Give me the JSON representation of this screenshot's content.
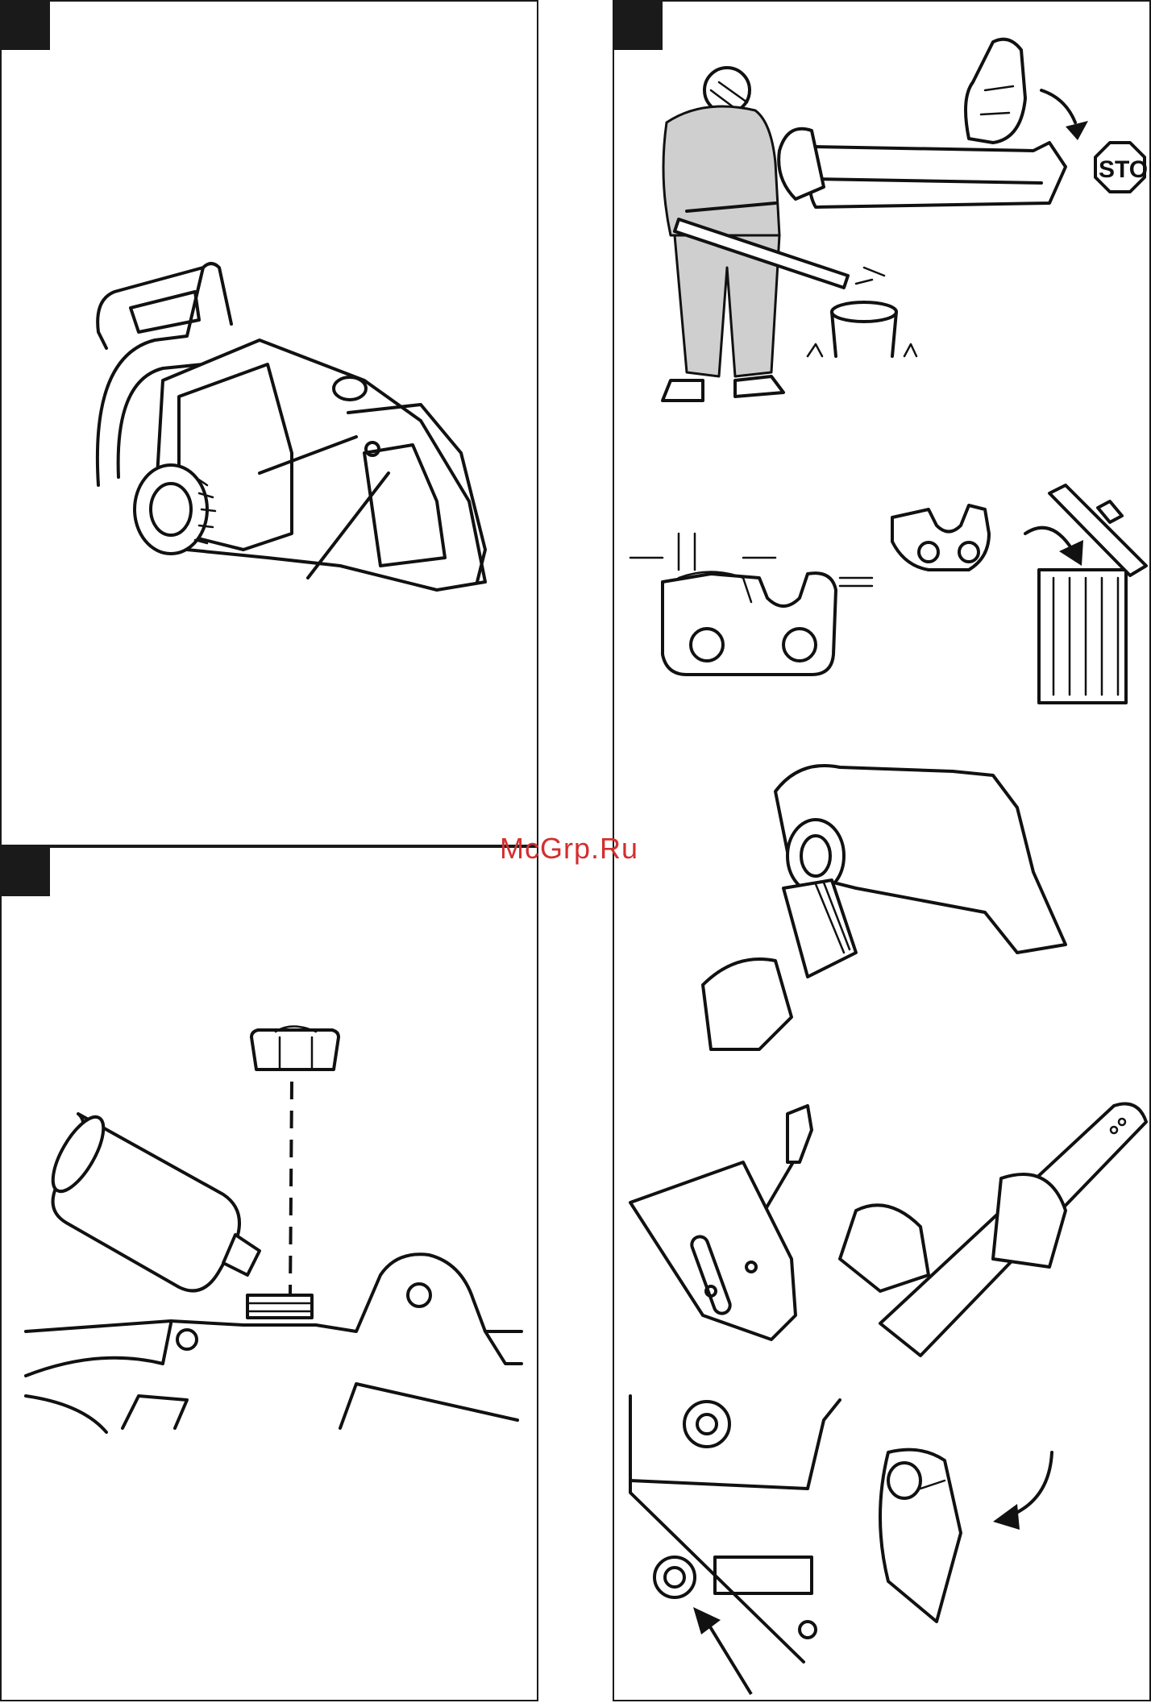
{
  "watermark": {
    "text": "McGrp.Ru",
    "color": "#d32f2f"
  },
  "sign": {
    "stop_text": "STOP"
  },
  "panels": [
    {
      "id": "panel-top-left"
    },
    {
      "id": "panel-bottom-left"
    },
    {
      "id": "panel-right"
    }
  ],
  "icons": [
    "chainsaw-side-icon",
    "oil-cap-icon",
    "oil-bottle-icon",
    "operator-icon",
    "gloved-hand-icon",
    "stop-sign-icon",
    "chain-link-icon",
    "trash-bin-icon",
    "brush-icon",
    "screwdriver-icon",
    "guide-bar-icon",
    "arrow-icon"
  ]
}
